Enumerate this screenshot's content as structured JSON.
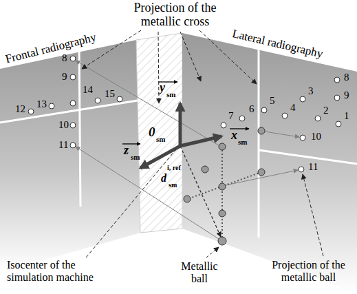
{
  "diagram": {
    "labels": [
      "Projection of the metallic cross",
      "Frontal radiography",
      "Lateral radiography",
      "8",
      "9",
      "14",
      "15",
      "12",
      "13",
      "10",
      "11",
      "7",
      "6",
      "5",
      "4",
      "3",
      "2",
      "1",
      "8",
      "9",
      "10",
      "11",
      "y",
      "sm",
      "0",
      "sm",
      "x",
      "sm",
      "z",
      "sm",
      "d",
      "sm",
      "i, ref",
      "Isocenter of the simulation machine",
      "Metallic ball",
      "Projection of the metallic ball"
    ]
  }
}
